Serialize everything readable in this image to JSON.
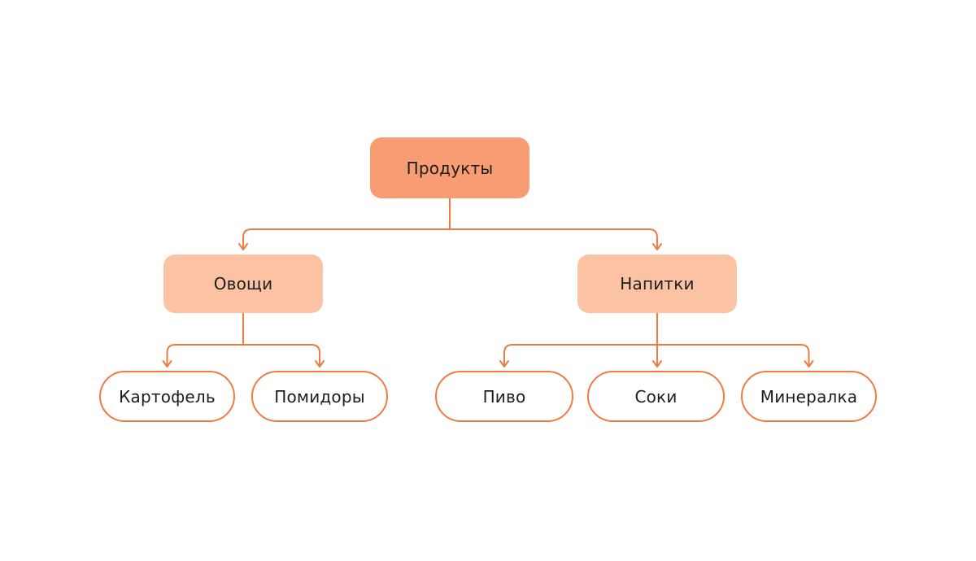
{
  "diagram": {
    "type": "tree",
    "background": "#FFFFFF",
    "colors": {
      "root_fill": "#F89C74",
      "branch_fill": "#FBC3A4",
      "connector": "#EF7B43",
      "leaf_border": "#EF7B43",
      "text": "#1C1C1C"
    },
    "root": {
      "label": "Продукты"
    },
    "branches": [
      {
        "label": "Овощи",
        "children": [
          {
            "label": "Картофель"
          },
          {
            "label": "Помидоры"
          }
        ]
      },
      {
        "label": "Напитки",
        "children": [
          {
            "label": "Пиво"
          },
          {
            "label": "Соки"
          },
          {
            "label": "Минералка"
          }
        ]
      }
    ]
  }
}
